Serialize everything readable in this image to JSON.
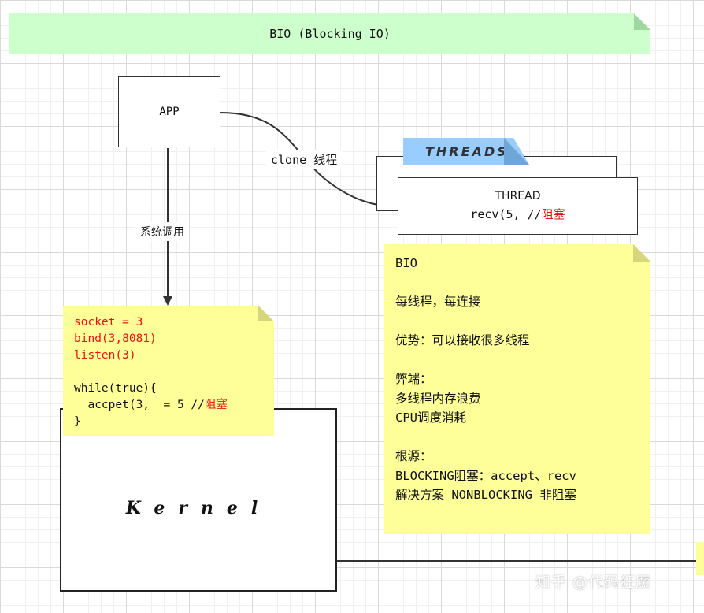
{
  "header": {
    "title": "BIO (Blocking IO)"
  },
  "app": {
    "label": "APP"
  },
  "threads": {
    "tab_label": "THREADS",
    "thread_title": "THREAD",
    "thread_code": "recv(5, //",
    "thread_code_red": "阻塞"
  },
  "edges": {
    "clone_label": "clone 线程",
    "syscall_label": "系统调用"
  },
  "code_note": {
    "line1": "socket = 3",
    "line2": "bind(3,8081)",
    "line3": "listen(3)",
    "line4": "",
    "line5": "while(true){",
    "line6": "  accpet(3,  = 5 //",
    "line6_red": "阻塞",
    "line7": "}"
  },
  "kernel": {
    "label": "Kernel"
  },
  "bio_note": {
    "l1": "BIO",
    "l2": "",
    "l3": "每线程，每连接",
    "l4": "",
    "l5": "优势：可以接收很多线程",
    "l6": "",
    "l7": "弊端：",
    "l8": "多线程内存浪费",
    "l9": "CPU调度消耗",
    "l10": "",
    "l11": "根源：",
    "l12": "BLOCKING阻塞：accept、recv",
    "l13": "解决方案 NONBLOCKING 非阻塞"
  },
  "watermark": "知乎 @代码狂魔",
  "colors": {
    "title_bg": "#ccffcc",
    "note_bg": "#ffff99",
    "tab_bg": "#99ccff",
    "emphasis": "#ee1111"
  }
}
